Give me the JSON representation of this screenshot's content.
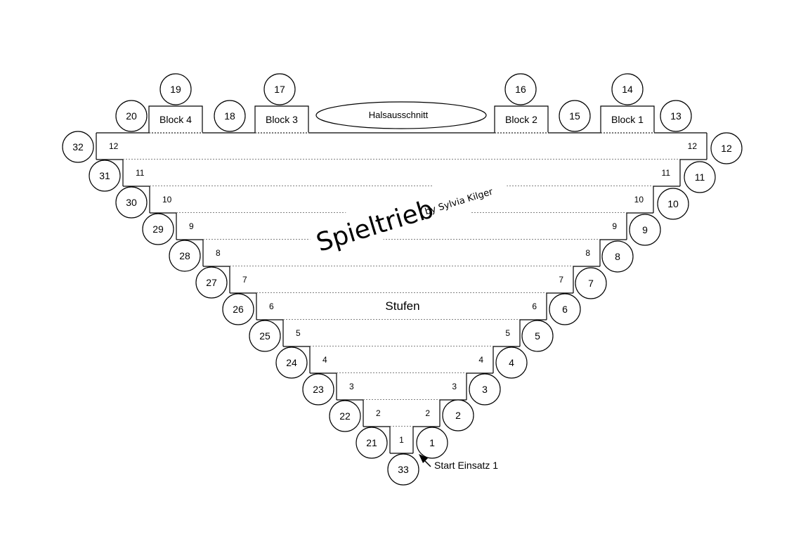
{
  "rows": [
    {
      "label": "1"
    },
    {
      "label": "2"
    },
    {
      "label": "3"
    },
    {
      "label": "4"
    },
    {
      "label": "5"
    },
    {
      "label": "6"
    },
    {
      "label": "7"
    },
    {
      "label": "8"
    },
    {
      "label": "9"
    },
    {
      "label": "10"
    },
    {
      "label": "11"
    },
    {
      "label": "12"
    }
  ],
  "left_circles": [
    "21",
    "22",
    "23",
    "24",
    "25",
    "26",
    "27",
    "28",
    "29",
    "30",
    "31",
    "32"
  ],
  "right_circles": [
    "1",
    "2",
    "3",
    "4",
    "5",
    "6",
    "7",
    "8",
    "9",
    "10",
    "11",
    "12"
  ],
  "top_circles": [
    "20",
    "19",
    "18",
    "17",
    "16",
    "15",
    "14",
    "13"
  ],
  "bottom_circle": "33",
  "blocks": [
    "Block 4",
    "Block 3",
    "Block 2",
    "Block 1"
  ],
  "neckline_label": "Halsausschnitt",
  "center_label": "Stufen",
  "start_label": "Start Einsatz 1",
  "logo": {
    "title": "Spieltrieb",
    "byline": "by Sylvia Kilger"
  },
  "colors": {
    "line": "#000000",
    "background": "#ffffff"
  }
}
